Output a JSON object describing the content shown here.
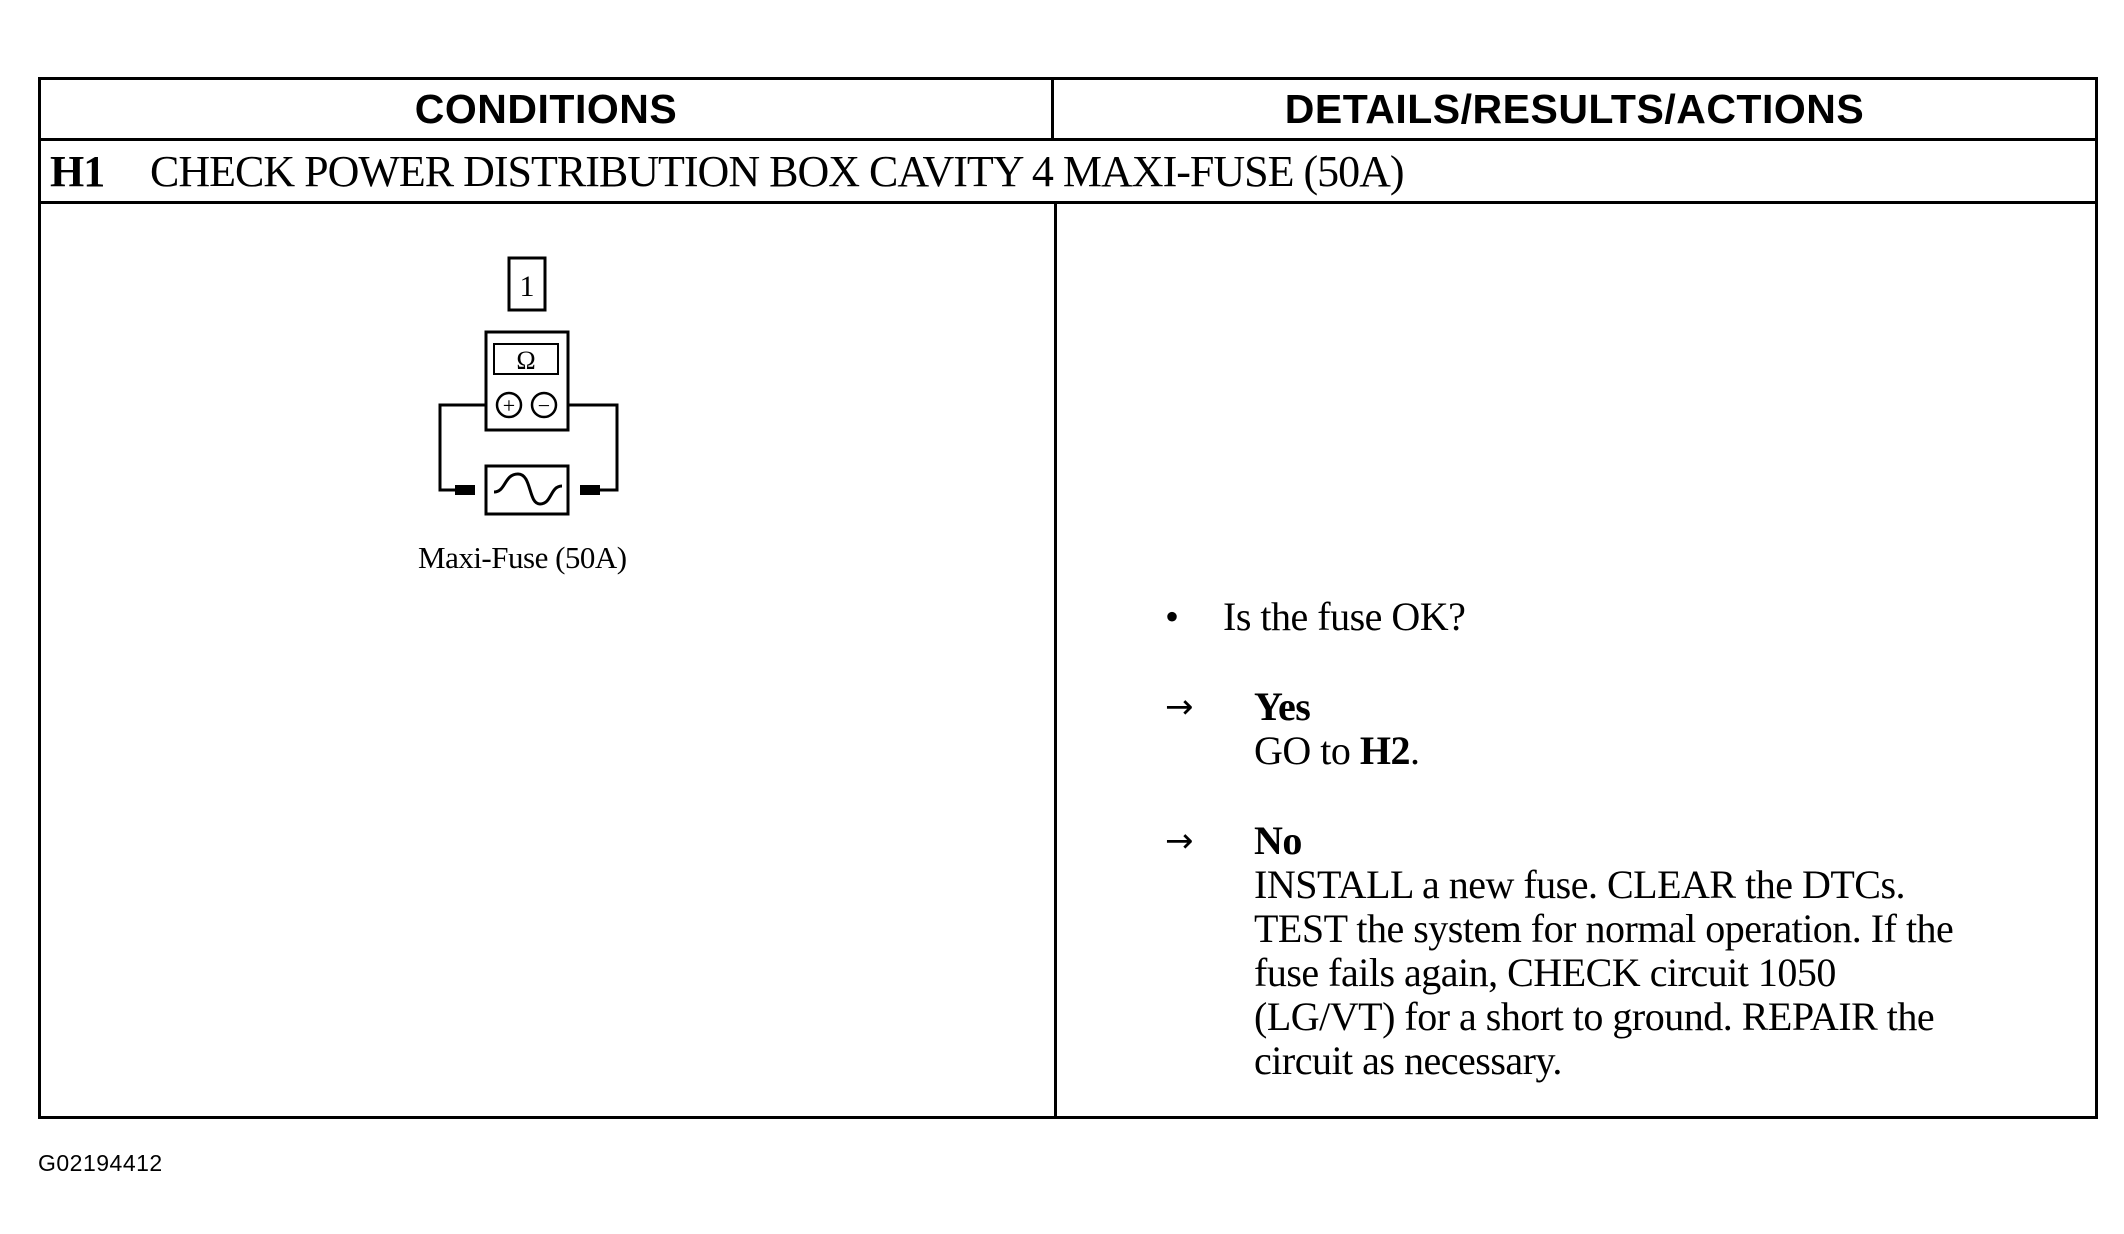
{
  "table": {
    "col_conditions": "CONDITIONS",
    "col_details": "DETAILS/RESULTS/ACTIONS",
    "step_id": "H1",
    "step_title": "CHECK POWER DISTRIBUTION BOX CAVITY 4 MAXI-FUSE (50A)"
  },
  "diagram": {
    "step_number": "1",
    "meter_symbol": "Ω",
    "probe_positive": "+",
    "probe_negative": "−",
    "caption": "Maxi-Fuse (50A)"
  },
  "actions": {
    "bullet": "•",
    "question": "Is the fuse OK?",
    "arrow": "→",
    "yes_label": "Yes",
    "yes_text_prefix": "GO to ",
    "yes_text_step": "H2",
    "yes_text_suffix": ".",
    "no_label": "No",
    "no_text": " INSTALL a new fuse. CLEAR the DTCs.\nTEST the system for normal operation. If the\nfuse fails again, CHECK circuit 1050\n(LG/VT) for a short to ground. REPAIR the\ncircuit as necessary."
  },
  "footer": {
    "code": "G02194412"
  }
}
